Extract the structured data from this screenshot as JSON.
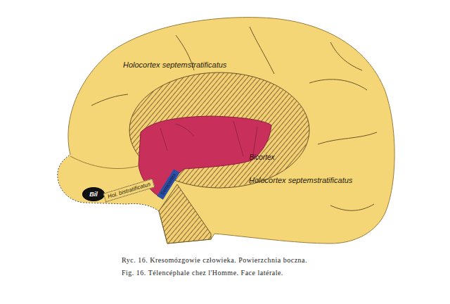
{
  "diagram": {
    "caption": "Ryc. 16. Kresomózgowie człowieka. Powierzchnia boczna.",
    "nodes": [
      {
        "text": [
          "Holocortex septemstratificatus",
          "Holocortex septemstratificatus"
        ]
      },
      {
        "text": [
          "Bicortex"
        ],
        "in": 0
      },
      {
        "text": [
          "Bil"
        ],
        "in": 0
      },
      {
        "text": [
          "Hol. bistratificatus"
        ],
        "in": 0
      },
      {
        "text": [
          "Semicortex"
        ],
        "in": 0
      }
    ],
    "labels": [
      "Fig. 16. Télencéphale chez l'Homme. Face latérale."
    ]
  }
}
